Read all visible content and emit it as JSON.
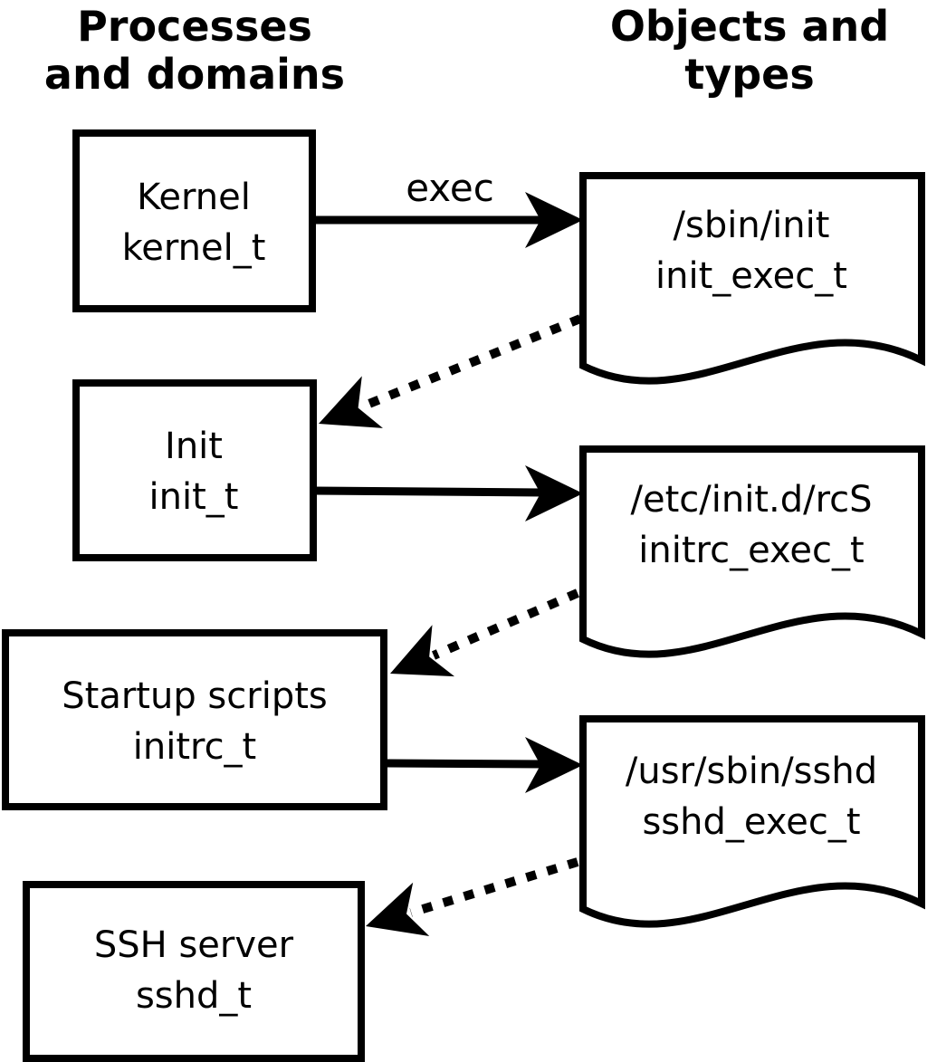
{
  "headers": {
    "left": {
      "line1": "Processes",
      "line2": "and domains"
    },
    "right": {
      "line1": "Objects and",
      "line2": "types"
    }
  },
  "edge_label": "exec",
  "processes": [
    {
      "name": "Kernel",
      "domain": "kernel_t"
    },
    {
      "name": "Init",
      "domain": "init_t"
    },
    {
      "name": "Startup scripts",
      "domain": "initrc_t"
    },
    {
      "name": "SSH server",
      "domain": "sshd_t"
    }
  ],
  "objects": [
    {
      "path": "/sbin/init",
      "type": "init_exec_t"
    },
    {
      "path": "/etc/init.d/rcS",
      "type": "initrc_exec_t"
    },
    {
      "path": "/usr/sbin/sshd",
      "type": "sshd_exec_t"
    }
  ],
  "edges": [
    {
      "from": "kernel_t",
      "to": "/sbin/init",
      "style": "solid",
      "label": "exec"
    },
    {
      "from": "/sbin/init",
      "to": "init_t",
      "style": "dotted",
      "label": ""
    },
    {
      "from": "init_t",
      "to": "/etc/init.d/rcS",
      "style": "solid",
      "label": ""
    },
    {
      "from": "/etc/init.d/rcS",
      "to": "initrc_t",
      "style": "dotted",
      "label": ""
    },
    {
      "from": "initrc_t",
      "to": "/usr/sbin/sshd",
      "style": "solid",
      "label": ""
    },
    {
      "from": "/usr/sbin/sshd",
      "to": "sshd_t",
      "style": "dotted",
      "label": ""
    }
  ],
  "colors": {
    "foreground": "#000000",
    "background": "#ffffff"
  }
}
